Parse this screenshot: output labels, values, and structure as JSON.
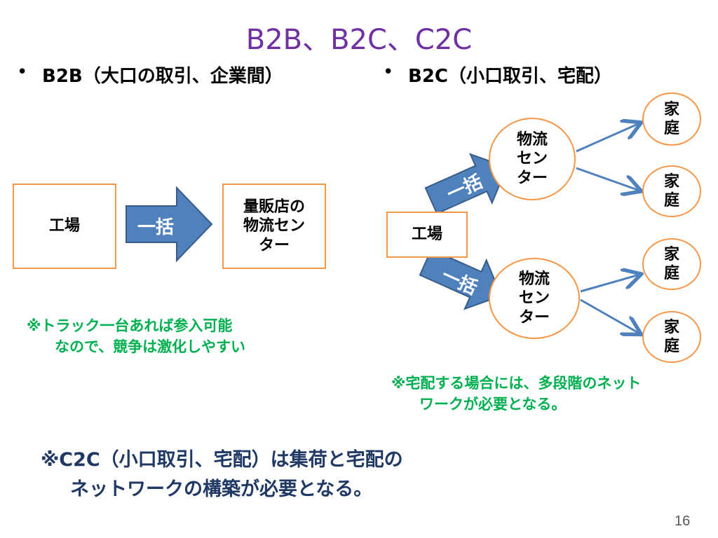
{
  "title": "B2B、B2C、C2C",
  "left": {
    "bullet": "•",
    "heading": "B2B（大口の取引、企業間）",
    "factory": "工場",
    "arrow_label": "一括",
    "target_line1": "量販店の",
    "target_line2": "物流セン",
    "target_line3": "ター",
    "note_line1": "※トラック一台あれば参入可能",
    "note_line2": "なので、競争は激化しやすい"
  },
  "right": {
    "bullet": "•",
    "heading": "B2C（小口取引、宅配）",
    "factory": "工場",
    "arrow_label_top": "一括",
    "arrow_label_bottom": "一括",
    "center_line1": "物流",
    "center_line2": "セン",
    "center_line3": "ター",
    "home_line1": "家",
    "home_line2": "庭",
    "note_line1": "※宅配する場合には、多段階のネット",
    "note_line2": "ワークが必要となる。"
  },
  "bottom_note": {
    "line1": "※C2C（小口取引、宅配）は集荷と宅配の",
    "line2": "ネットワークの構築が必要となる。"
  },
  "page_number": "16",
  "colors": {
    "title": "#7030A0",
    "box_border": "#F79646",
    "arrow_fill": "#4F81BD",
    "green_note": "#00B050",
    "blue_note": "#1F3864"
  }
}
